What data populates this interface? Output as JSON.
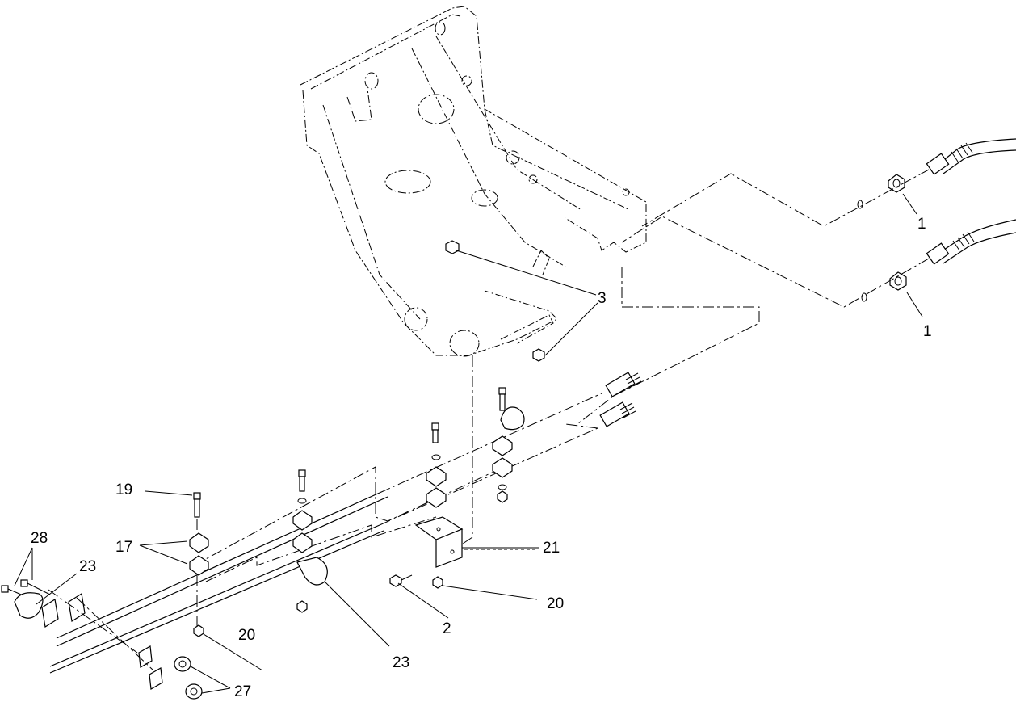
{
  "callouts": [
    {
      "id": "c1a",
      "text": "1"
    },
    {
      "id": "c1b",
      "text": "1"
    },
    {
      "id": "c3",
      "text": "3"
    },
    {
      "id": "c19",
      "text": "19"
    },
    {
      "id": "c17",
      "text": "17"
    },
    {
      "id": "c28",
      "text": "28"
    },
    {
      "id": "c23a",
      "text": "23"
    },
    {
      "id": "c20a",
      "text": "20"
    },
    {
      "id": "c23b",
      "text": "23"
    },
    {
      "id": "c27",
      "text": "27"
    },
    {
      "id": "c21",
      "text": "21"
    },
    {
      "id": "c20b",
      "text": "20"
    },
    {
      "id": "c2",
      "text": "2"
    }
  ]
}
